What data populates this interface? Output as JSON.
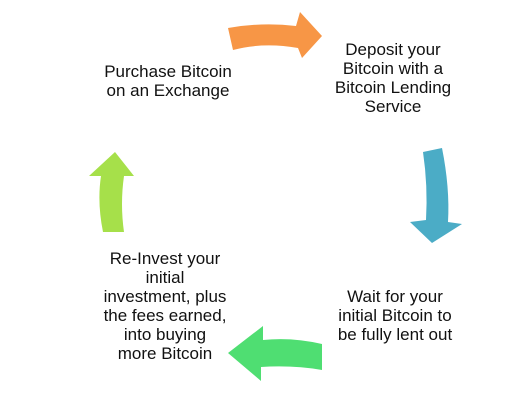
{
  "diagram": {
    "type": "cycle",
    "colors": {
      "arrow_top": "#F79646",
      "arrow_right": "#4BACC6",
      "arrow_bottom": "#4FDE72",
      "arrow_left": "#A6E04A",
      "text": "#111111",
      "background": "#FFFFFF"
    },
    "steps": [
      {
        "id": "purchase",
        "lines": [
          "Purchase Bitcoin",
          "on an Exchange"
        ]
      },
      {
        "id": "deposit",
        "lines": [
          "Deposit your",
          "Bitcoin with a",
          "Bitcoin Lending",
          "Service"
        ]
      },
      {
        "id": "wait",
        "lines": [
          "Wait for your",
          "initial Bitcoin to",
          "be fully lent out"
        ]
      },
      {
        "id": "reinvest",
        "lines": [
          "Re-Invest your",
          "initial",
          "investment, plus",
          "the fees earned,",
          "into buying",
          "more Bitcoin"
        ]
      }
    ],
    "arrows": [
      {
        "from": "purchase",
        "to": "deposit",
        "icon": "arrow-right-icon"
      },
      {
        "from": "deposit",
        "to": "wait",
        "icon": "arrow-down-icon"
      },
      {
        "from": "wait",
        "to": "reinvest",
        "icon": "arrow-left-icon"
      },
      {
        "from": "reinvest",
        "to": "purchase",
        "icon": "arrow-up-icon"
      }
    ]
  }
}
